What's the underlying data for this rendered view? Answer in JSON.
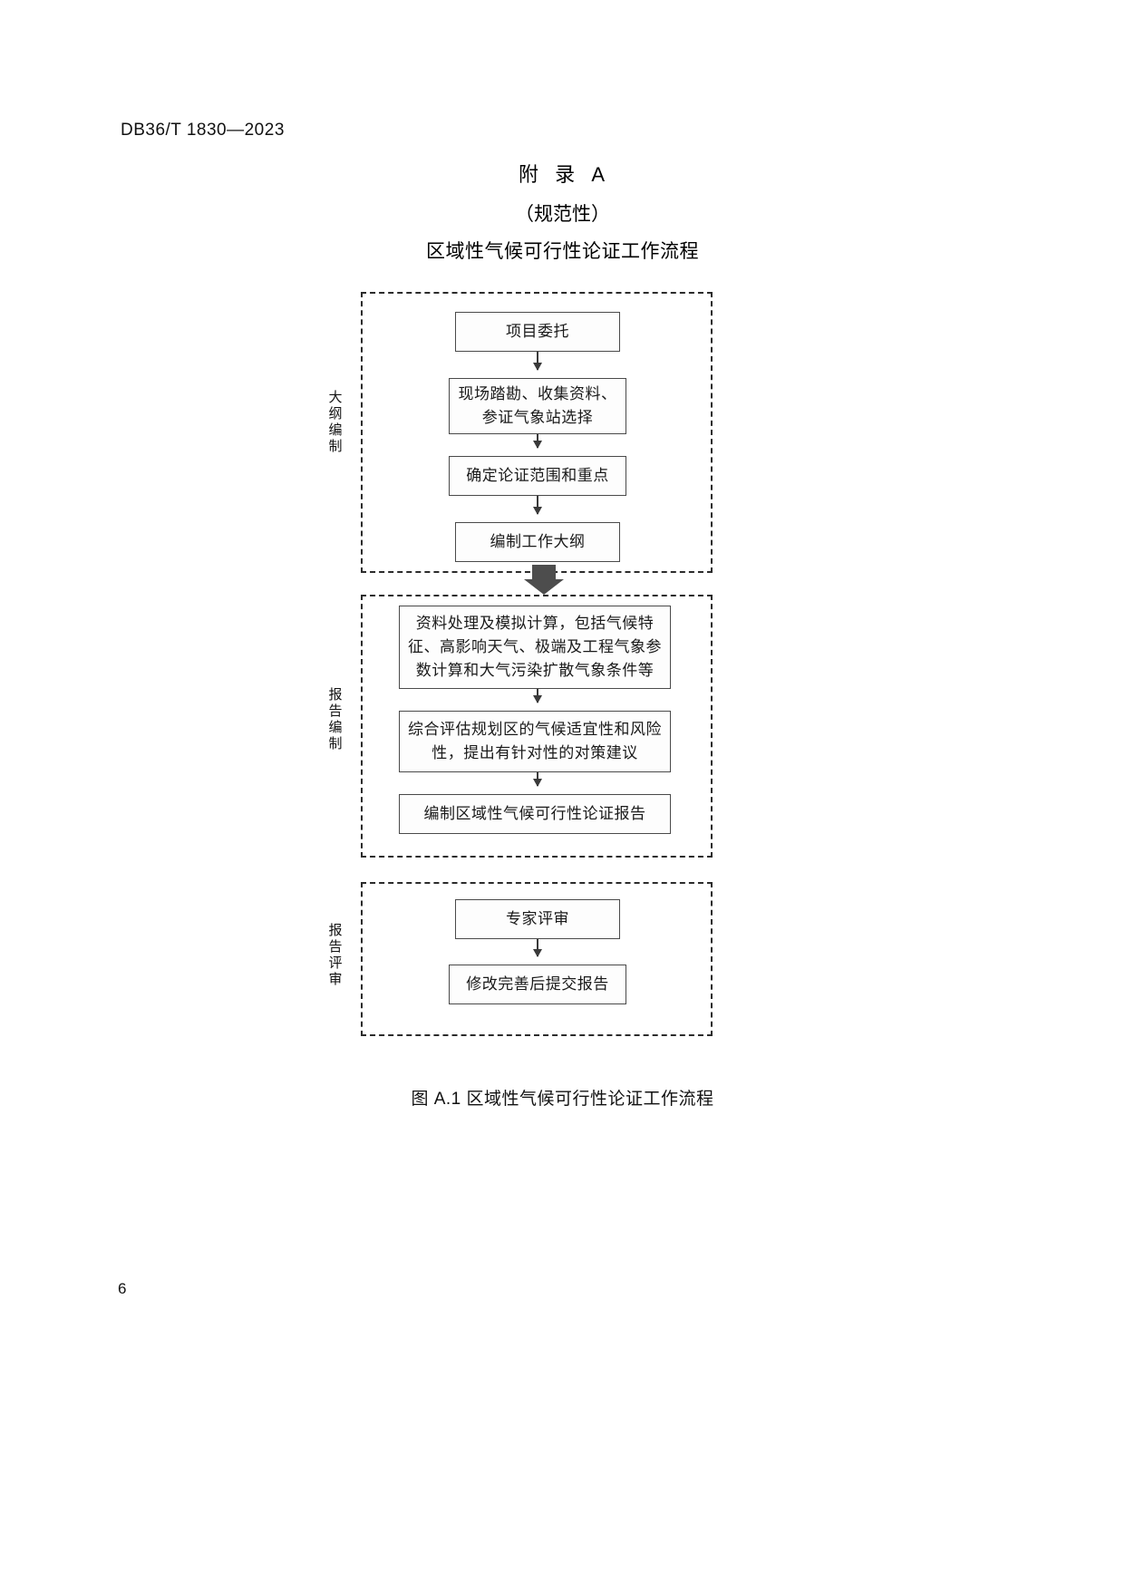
{
  "header": {
    "standard_code": "DB36/T 1830—2023"
  },
  "titles": {
    "appendix": "附  录  A",
    "normative": "（规范性）",
    "subject": "区域性气候可行性论证工作流程"
  },
  "flowchart": {
    "type": "flow-diagram",
    "groups": [
      {
        "id": "outline-compilation",
        "label": "大纲编制",
        "label_chars": [
          "大",
          "纲",
          "编",
          "制"
        ],
        "boxes": [
          {
            "id": "project-commission",
            "text": "项目委托"
          },
          {
            "id": "site-survey",
            "text": "现场踏勘、收集资料、\n参证气象站选择"
          },
          {
            "id": "scope-and-focus",
            "text": "确定论证范围和重点"
          },
          {
            "id": "work-outline",
            "text": "编制工作大纲"
          }
        ]
      },
      {
        "id": "report-compilation",
        "label": "报告编制",
        "label_chars": [
          "报",
          "告",
          "编",
          "制"
        ],
        "boxes": [
          {
            "id": "data-processing",
            "text": "资料处理及模拟计算，包括气候特\n征、高影响天气、极端及工程气象参\n数计算和大气污染扩散气象条件等"
          },
          {
            "id": "comprehensive-assessment",
            "text": "综合评估规划区的气候适宜性和风险\n性，提出有针对性的对策建议"
          },
          {
            "id": "compile-report",
            "text": "编制区域性气候可行性论证报告"
          }
        ]
      },
      {
        "id": "report-review",
        "label": "报告评审",
        "label_chars": [
          "报",
          "告",
          "评",
          "审"
        ],
        "boxes": [
          {
            "id": "expert-review",
            "text": "专家评审"
          },
          {
            "id": "submit-report",
            "text": "修改完善后提交报告"
          }
        ]
      }
    ],
    "colors": {
      "box_border": "#4a4a4a",
      "group_border": "#2b2b2b",
      "arrow": "#3a3a3a",
      "block_arrow": "#4d4d4d",
      "text": "#1a1a1a"
    }
  },
  "caption": "图 A.1 区域性气候可行性论证工作流程",
  "page_number": "6"
}
